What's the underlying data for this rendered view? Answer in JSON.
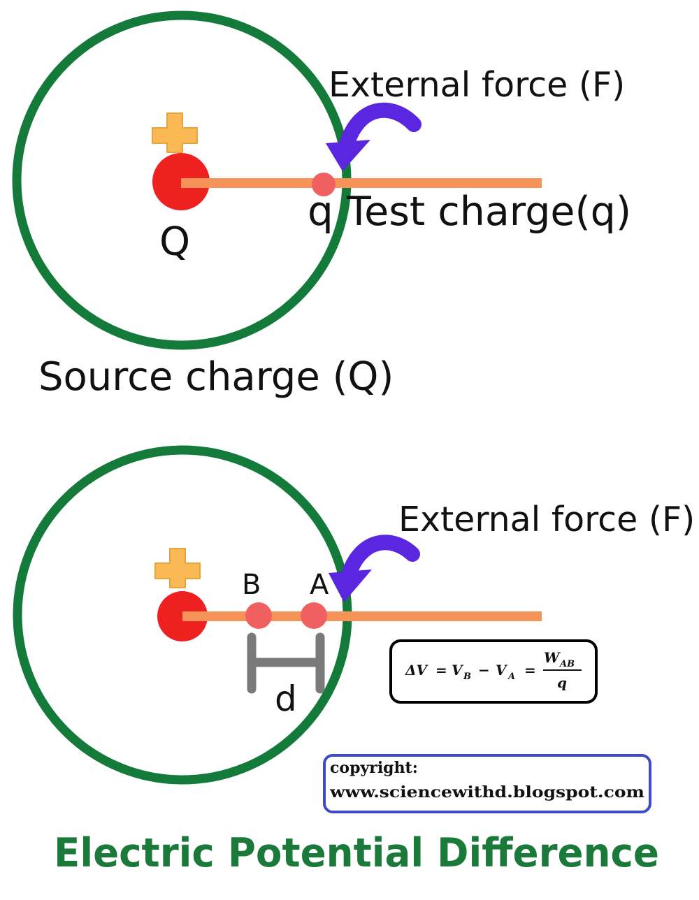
{
  "top_diagram": {
    "external_force_label": "External force (F)",
    "test_charge_label": "Test charge(q)",
    "test_charge_symbol": "q",
    "source_charge_symbol": "Q",
    "source_charge_label": "Source charge (Q)",
    "plus_sign": "+"
  },
  "bottom_diagram": {
    "external_force_label": "External force (F)",
    "point_b_label": "B",
    "point_a_label": "A",
    "distance_label": "d",
    "plus_sign": "+"
  },
  "formula": {
    "delta_v": "ΔV",
    "eq1": "=",
    "v": "V",
    "sub_b": "B",
    "minus": "−",
    "sub_a": "A",
    "eq2": "=",
    "numerator_w": "W",
    "numerator_sub": "AB",
    "denominator": "q"
  },
  "copyright": {
    "line1": "copyright:",
    "line2": "www.sciencewithd.blogspot.com"
  },
  "title": "Electric Potential Difference",
  "colors": {
    "circle": "#137a3a",
    "rod": "#f59358",
    "source_charge": "#ee2020",
    "test_charge": "#f06060",
    "plus": "#fbb956",
    "arrow": "#5a26e0",
    "bracket": "#7a7a7a",
    "copyright_border": "#3f4ac8",
    "title": "#1b7a3a"
  }
}
